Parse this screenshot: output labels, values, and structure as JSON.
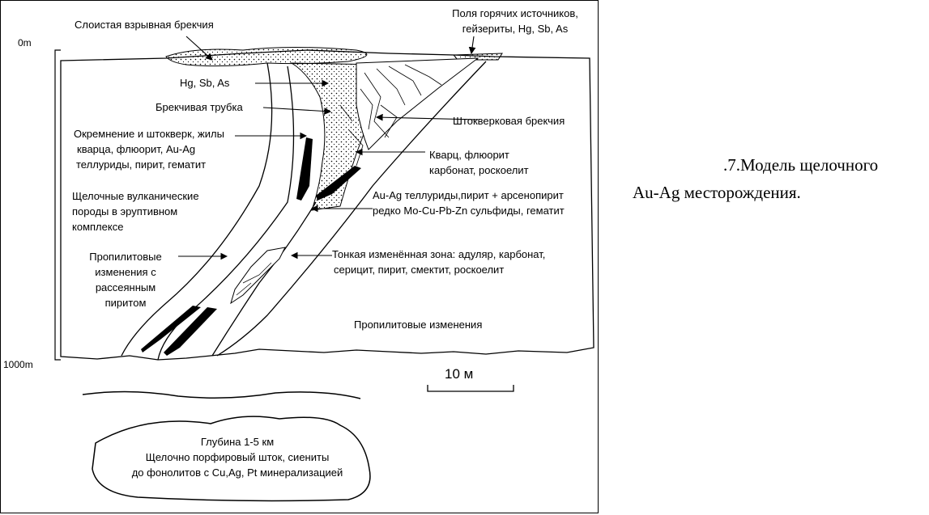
{
  "labels": {
    "layered_breccia": "Слоистая взрывная брекчия",
    "hot_springs_1": "Поля горячих источников,",
    "hot_springs_2": "гейзериты, Hg, Sb, As",
    "depth_top": "0m",
    "depth_bottom": "1000m",
    "hg_sb_as": "Hg, Sb, As",
    "breccia_pipe": "Брекчивая трубка",
    "silic_1": "Окремнение и штокверк, жилы",
    "silic_2": "кварца, флюорит, Au-Ag",
    "silic_3": "теллуриды, пирит, гематит",
    "stockwork_breccia": "Штокверковая брекчия",
    "quartz_1": "Кварц, флюорит",
    "quartz_2": "карбонат, роскоелит",
    "alk_1": "Щелочные вулканические",
    "alk_2": "породы в эруптивном",
    "alk_3": "комплексе",
    "tell_1": "Au-Ag теллуриды,пирит + арсенопирит",
    "tell_2": "редко Mo-Cu-Pb-Zn сульфиды, гематит",
    "prop_1": "Пропилитовые",
    "prop_2": "изменения с",
    "prop_3": "рассеянным",
    "prop_4": "пиритом",
    "thin_1": "Тонкая изменённая зона: адуляр, карбонат,",
    "thin_2": "серицит, пирит, смектит, роскоелит",
    "prop_changes": "Пропилитовые изменения",
    "scale": "10 м",
    "depth_1": "Глубина 1-5 км",
    "depth_2": "Щелочно порфировый шток, сиениты",
    "depth_3": "до фонолитов с Cu,Ag, Pt минерализацией"
  },
  "caption": {
    "line1": ".7.Модель щелочного",
    "line2": "Au-Ag месторождения."
  }
}
